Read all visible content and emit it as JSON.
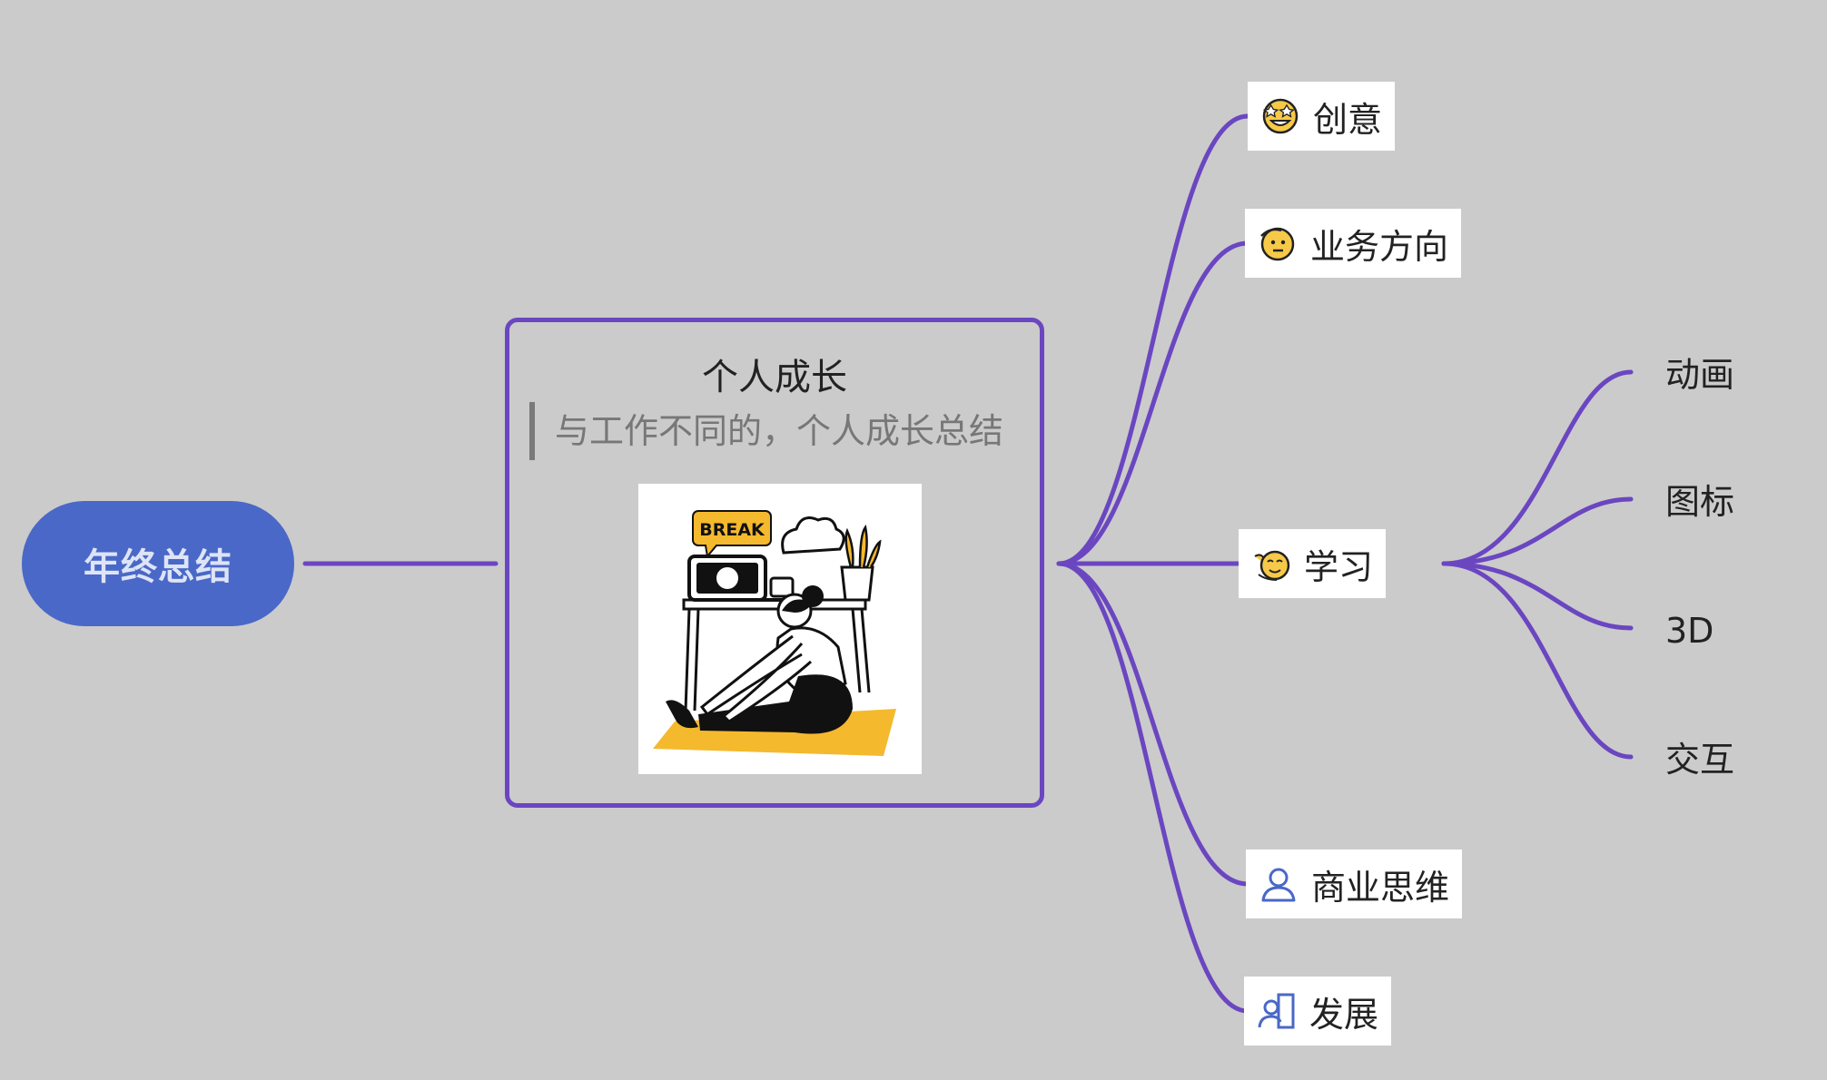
{
  "root": {
    "label": "年终总结"
  },
  "topic": {
    "title": "个人成长",
    "note": "与工作不同的，个人成长总结",
    "illustration_text": "BREAK",
    "colors": {
      "accent": "#f5b92e",
      "ink": "#111111"
    }
  },
  "branches": [
    {
      "label": "创意",
      "icon": "star-struck-face-icon"
    },
    {
      "label": "业务方向",
      "icon": "salute-face-icon"
    },
    {
      "label": "学习",
      "icon": "waving-hand-face-icon",
      "children": [
        {
          "label": "动画"
        },
        {
          "label": "图标"
        },
        {
          "label": "3D"
        },
        {
          "label": "交互"
        }
      ]
    },
    {
      "label": "商业思维",
      "icon": "user-icon"
    },
    {
      "label": "发展",
      "icon": "user-growth-icon"
    }
  ],
  "colors": {
    "background": "#cbcbcb",
    "edge": "#6b46c1",
    "root_fill": "#4a68c7",
    "root_text": "#dde4f7",
    "icon_blue": "#4a68c7",
    "emoji_yellow": "#f7c948"
  }
}
